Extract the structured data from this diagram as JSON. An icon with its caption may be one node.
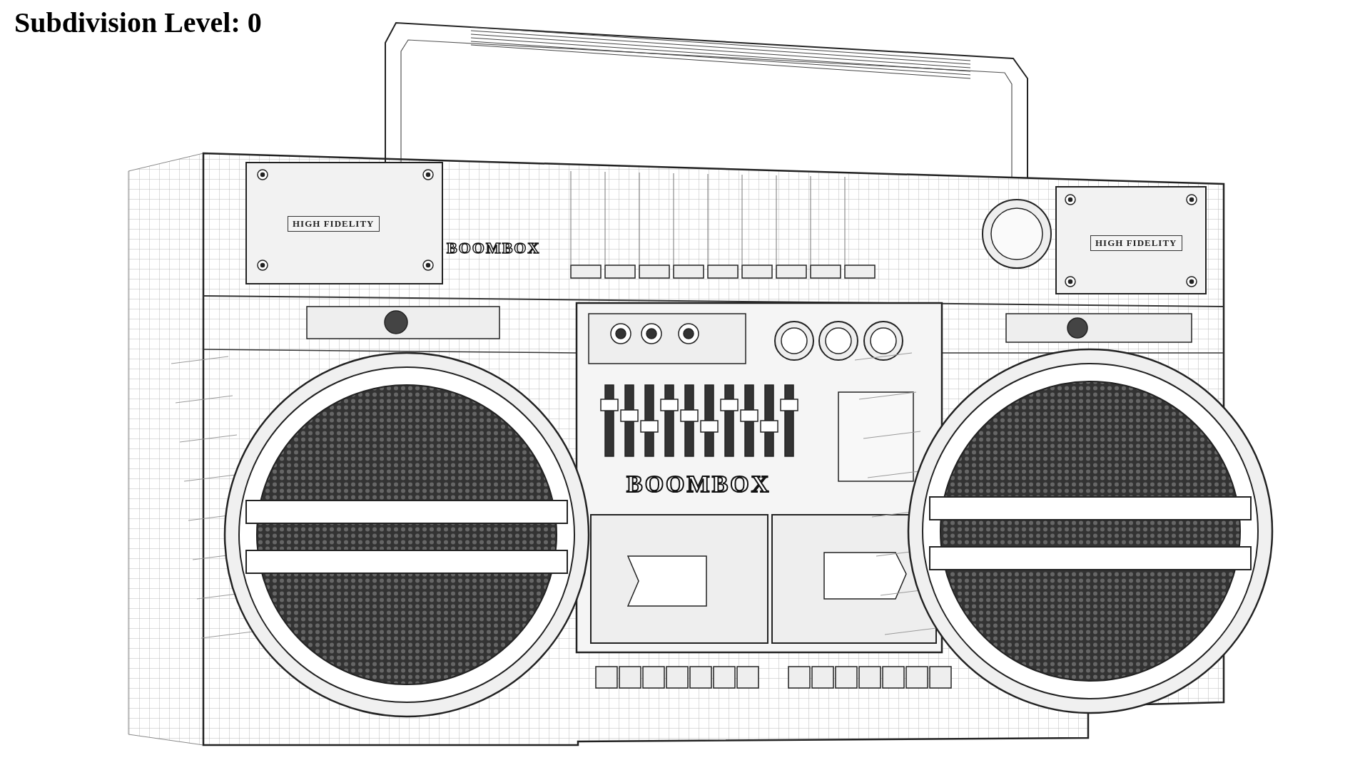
{
  "diagram": {
    "title": "Subdivision Level: 0",
    "labels": [
      "HIGH FIDELITY",
      "BOOMBOX",
      "HIGH FIDELITY",
      "BOOMBOX"
    ]
  }
}
